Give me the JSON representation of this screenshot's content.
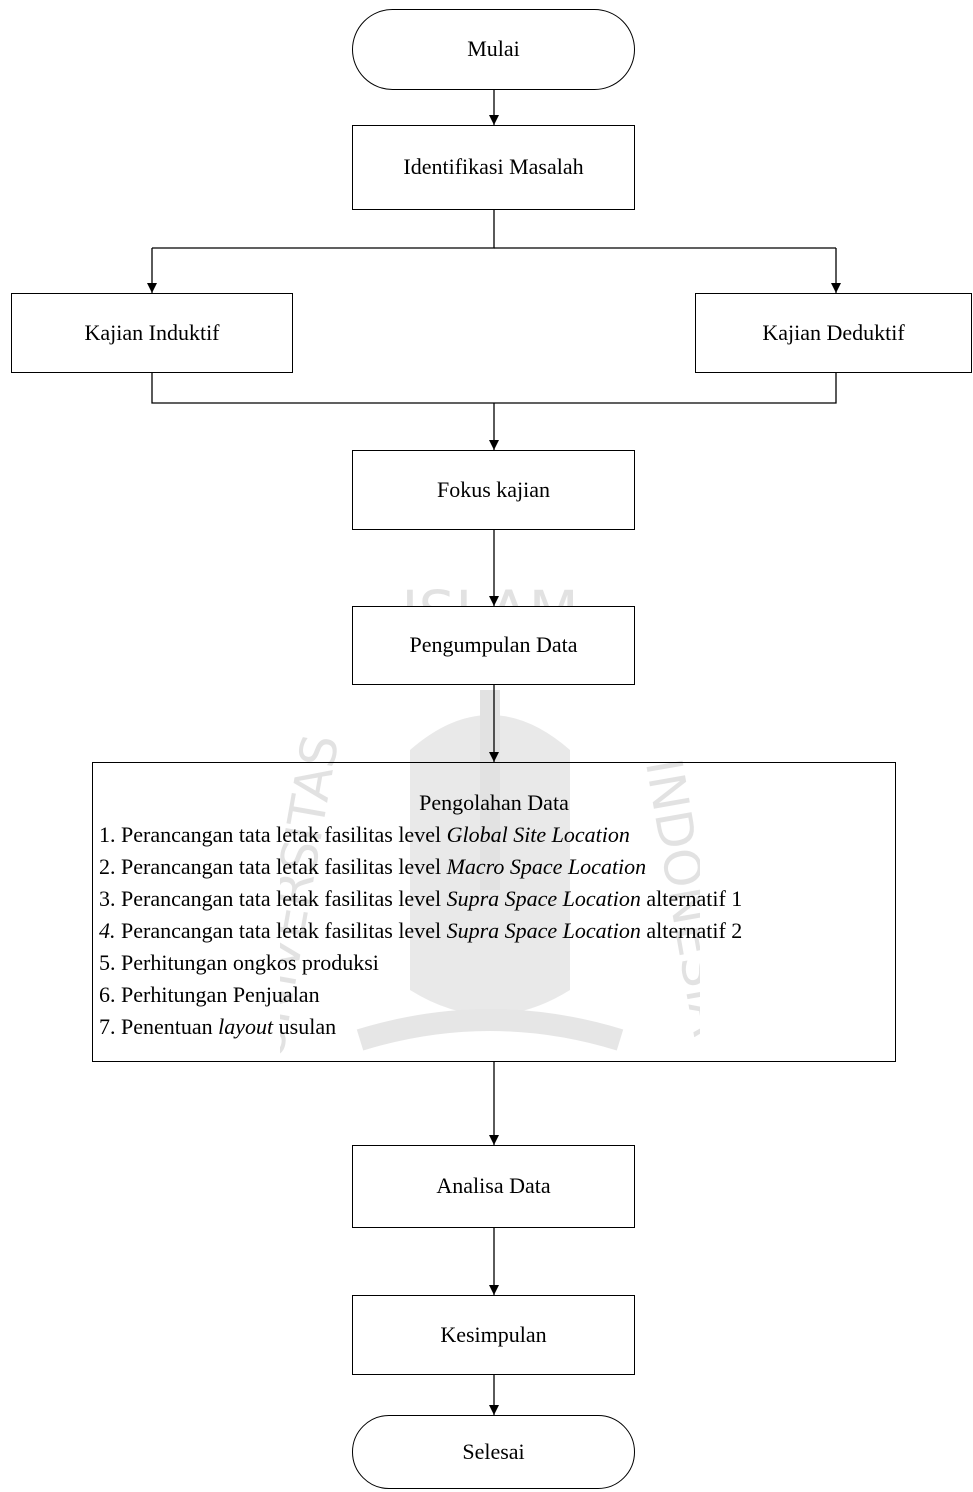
{
  "diagram": {
    "start": "Mulai",
    "identify": "Identifikasi Masalah",
    "inductive": "Kajian Induktif",
    "deductive": "Kajian Deduktif",
    "focus": "Fokus kajian",
    "collect": "Pengumpulan Data",
    "processing": {
      "title": "Pengolahan Data",
      "items": [
        {
          "num": "1.",
          "pre": " Perancangan tata letak fasilitas level ",
          "em": "Global Site Location",
          "post": ""
        },
        {
          "num": "2.",
          "pre": " Perancangan tata letak fasilitas level ",
          "em": "Macro Space Location",
          "post": ""
        },
        {
          "num": "3.",
          "pre": " Perancangan tata letak fasilitas level ",
          "em": "Supra Space Location",
          "post": " alternatif 1"
        },
        {
          "num": "4.",
          "pre": " Perancangan tata letak fasilitas level ",
          "em": "Supra Space Location",
          "post": " alternatif 2"
        },
        {
          "num": "5.",
          "pre": " Perhitungan ongkos produksi",
          "em": "",
          "post": ""
        },
        {
          "num": "6.",
          "pre": " Perhitungan Penjualan",
          "em": "",
          "post": ""
        },
        {
          "num": "7.",
          "pre": " Penentuan ",
          "em": "layout",
          "post": " usulan"
        }
      ]
    },
    "analysis": "Analisa Data",
    "conclusion": "Kesimpulan",
    "end": "Selesai"
  },
  "watermark": {
    "top_text": "ISLAM",
    "left_text": "UNIVERSITAS",
    "right_text": "INDONESIA"
  }
}
